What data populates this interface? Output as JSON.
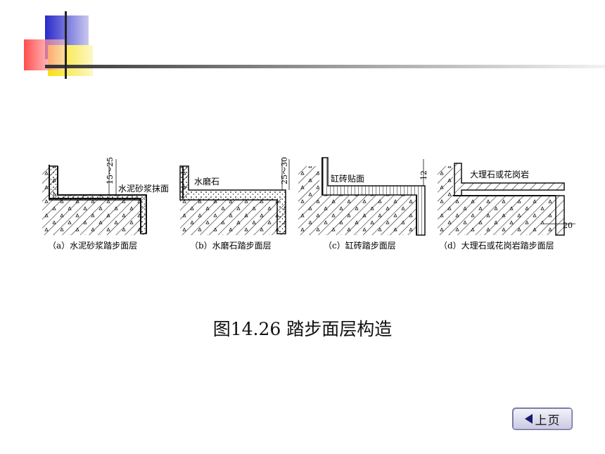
{
  "figure": {
    "panels": [
      {
        "callout": "水泥砂浆抹面",
        "dim": "15～25",
        "caption": "（a）水泥砂浆踏步面层"
      },
      {
        "callout": "水磨石",
        "dim": "25～30",
        "caption": "（b）水磨石踏步面层"
      },
      {
        "callout": "缸砖贴面",
        "dim": "12",
        "caption": "（c）缸砖踏步面层"
      },
      {
        "callout": "大理石或花岗岩",
        "dim": "20",
        "caption": "（d）大理石或花岗岩踏步面层"
      }
    ]
  },
  "caption": "图14.26  踏步面层构造",
  "nav": {
    "prev_label": "上页",
    "prev_icon": "left-triangle-icon"
  },
  "colors": {
    "blue": "#2e2ed6",
    "red": "#ef3a3a",
    "yellow": "#f6e20f",
    "line": "#111111"
  }
}
